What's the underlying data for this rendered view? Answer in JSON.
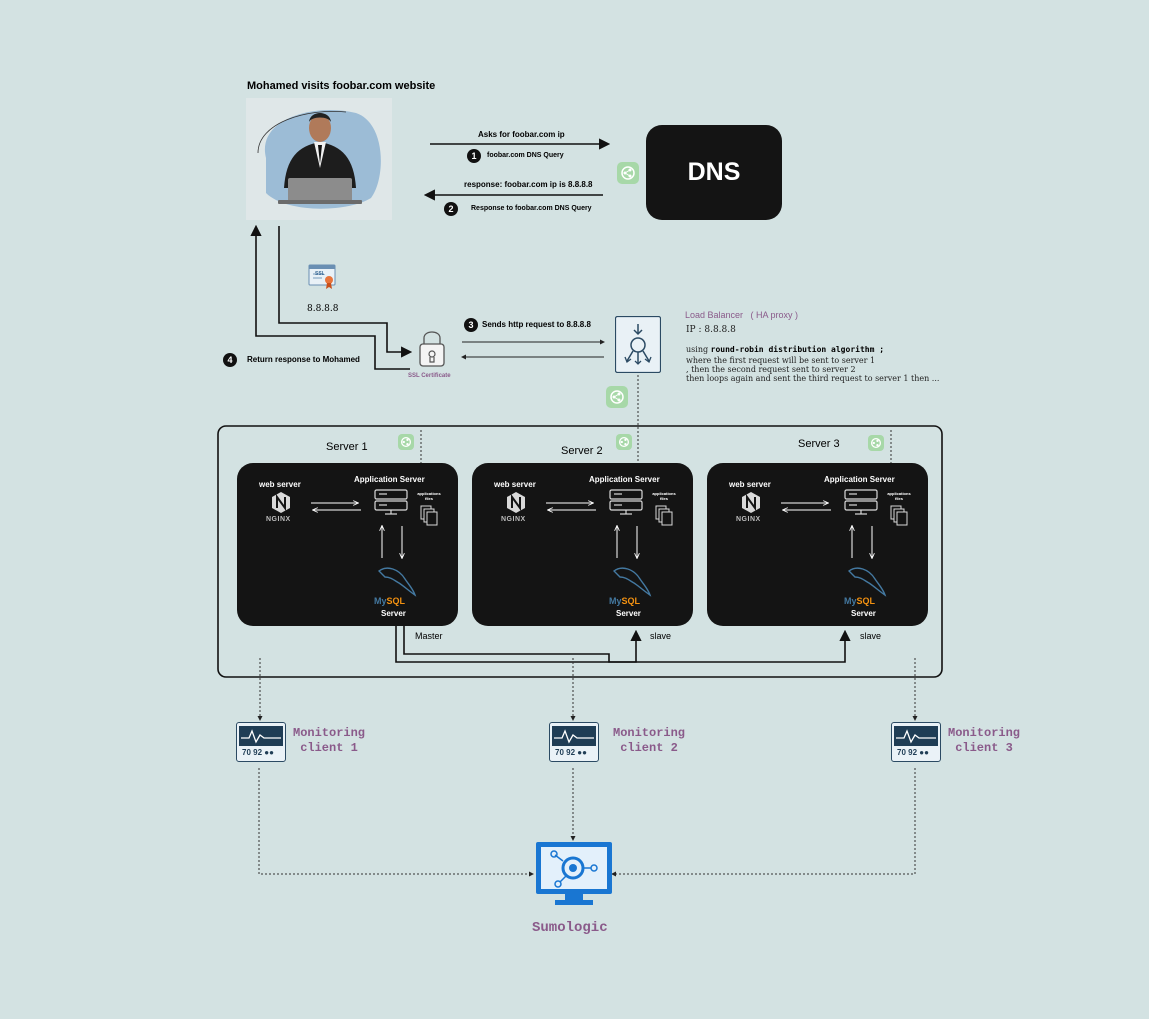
{
  "header": {
    "title": "Mohamed visits foobar.com website"
  },
  "dns": {
    "label": "DNS",
    "request": "Asks for foobar.com ip",
    "step1_label": "foobar.com DNS Query",
    "response": "response: foobar.com ip is 8.8.8.8",
    "step2_label": "Response to foobar.com DNS Query"
  },
  "steps": [
    "1",
    "2",
    "3",
    "4"
  ],
  "client": {
    "ip": "8.8.8.8",
    "cert_badge": "SSL"
  },
  "http": {
    "send_label": "Sends http request to 8.8.8.8",
    "return_label": "Return response to Mohamed",
    "ssl_label": "SSL Certificate"
  },
  "load_balancer": {
    "title": "Load Balancer   ( HA proxy )",
    "ip": "IP : 8.8.8.8",
    "using": "using ",
    "algorithm": "round-robin distribution algorithm ;",
    "line1": "where the first request will be sent to server 1",
    "line2": ", then the second request sent to server 2",
    "line3": "then loops again and sent the third request to server 1 then ..."
  },
  "servers": [
    {
      "title": "Server 1",
      "web_server": "web server",
      "app_server": "Application Server",
      "files": "applications files",
      "server_label": "Server",
      "role": "Master",
      "nginx": "NGINX",
      "mysql_a": "My",
      "mysql_b": "SQL"
    },
    {
      "title": "Server 2",
      "web_server": "web server",
      "app_server": "Application Server",
      "files": "applications files",
      "server_label": "Server",
      "role": "slave",
      "nginx": "NGINX",
      "mysql_a": "My",
      "mysql_b": "SQL"
    },
    {
      "title": "Server 3",
      "web_server": "web server",
      "app_server": "Application Server",
      "files": "applications files",
      "server_label": "Server",
      "role": "slave",
      "nginx": "NGINX",
      "mysql_a": "My",
      "mysql_b": "SQL"
    }
  ],
  "monitoring": [
    {
      "line1": "Monitoring",
      "line2": "client 1",
      "readout": "70 92"
    },
    {
      "line1": "Monitoring",
      "line2": "client 2",
      "readout": "70 92"
    },
    {
      "line1": "Monitoring",
      "line2": "client 3",
      "readout": "70 92"
    }
  ],
  "sumologic": {
    "label": "Sumologic"
  },
  "colors": {
    "background": "#d3e2e2",
    "box": "#141414",
    "accent_purple": "#8a5a8a",
    "share_green": "#a7d8a8",
    "monitor_blue": "#1976d2"
  },
  "icons": [
    "person-laptop-icon",
    "share-icon",
    "certificate-icon",
    "padlock-icon",
    "load-balancer-icon",
    "nginx-icon",
    "server-rack-icon",
    "files-icon",
    "mysql-dolphin-icon",
    "monitor-icon",
    "sumologic-icon"
  ]
}
